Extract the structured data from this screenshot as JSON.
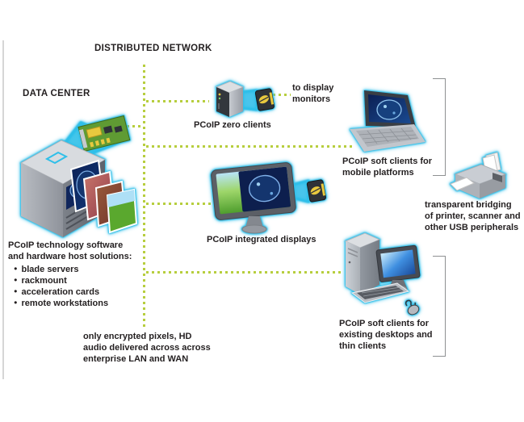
{
  "headings": {
    "data_center": "DATA CENTER",
    "distributed_network": "DISTRIBUTED NETWORK"
  },
  "host": {
    "description": [
      "PCoIP technology software",
      "and hardware host solutions:"
    ],
    "bullets": [
      "blade servers",
      "rackmount",
      "acceleration cards",
      "remote workstations"
    ]
  },
  "network": {
    "note": [
      "only encrypted pixels, HD",
      "audio delivered across across",
      "enterprise LAN and WAN"
    ]
  },
  "clients": {
    "zero": {
      "label": "PCoIP zero clients",
      "display_note": [
        "to display",
        "monitors"
      ]
    },
    "mobile": {
      "label": [
        "PCoIP soft clients for",
        "mobile platforms"
      ]
    },
    "integrated": {
      "label": "PCoIP integrated displays"
    },
    "desktop": {
      "label": [
        "PCoIP soft clients for",
        "existing desktops and",
        "thin clients"
      ]
    }
  },
  "peripherals": {
    "label": [
      "transparent bridging",
      "of printer, scanner and",
      "other USB peripherals"
    ]
  },
  "icons": {
    "server": "server-tower-icon",
    "host_card": "pcoip-host-card-icon",
    "zero_client": "zero-client-icon",
    "chip": "pcoip-processor-chip-icon",
    "laptop": "laptop-icon",
    "integrated_display": "integrated-display-icon",
    "desktop_pc": "desktop-pc-icon",
    "printer": "printer-icon"
  },
  "colors": {
    "network_line": "#b7ce3e",
    "device_glow": "#2fbfe9",
    "bracket": "#8e9092",
    "text": "#231f20",
    "host_card_green": "#5f9b33",
    "chip_gold": "#e8c93e"
  }
}
